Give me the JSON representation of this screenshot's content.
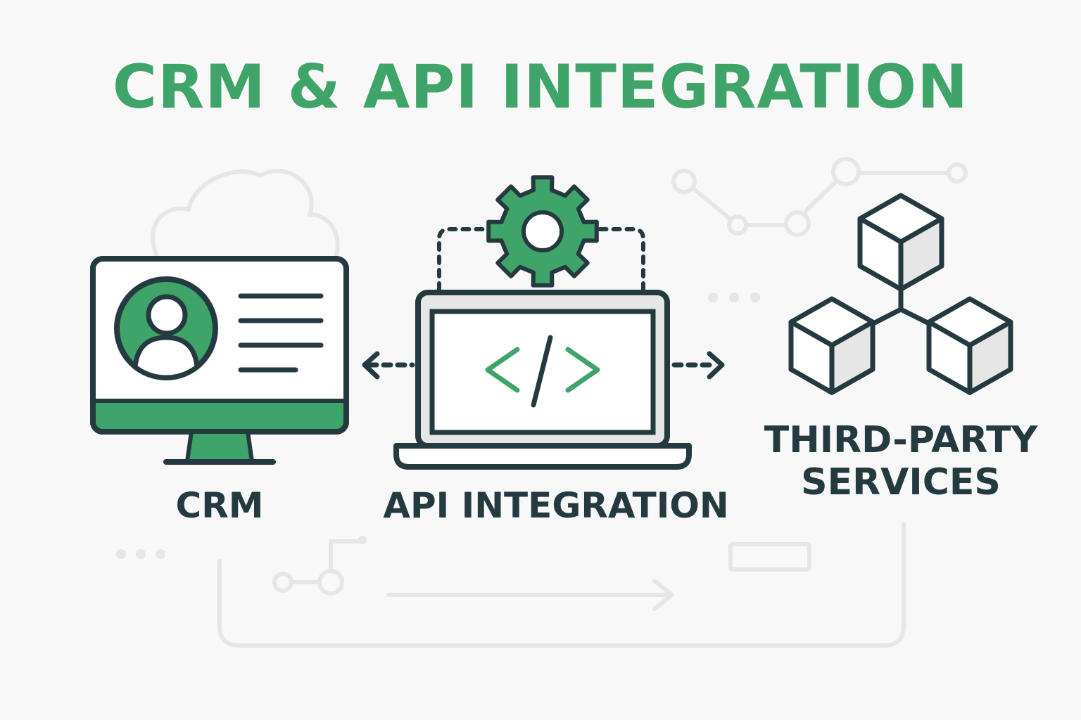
{
  "title": "CRM & API INTEGRATION",
  "nodes": {
    "crm": {
      "label": "CRM"
    },
    "api": {
      "label": "API INTEGRATION"
    },
    "third_party": {
      "line1": "THIRD-PARTY",
      "line2": "SERVICES"
    }
  },
  "colors": {
    "accent": "#3fa46a",
    "ink": "#243a40",
    "faint": "#e6e6e6",
    "background": "#f8f8f8"
  }
}
